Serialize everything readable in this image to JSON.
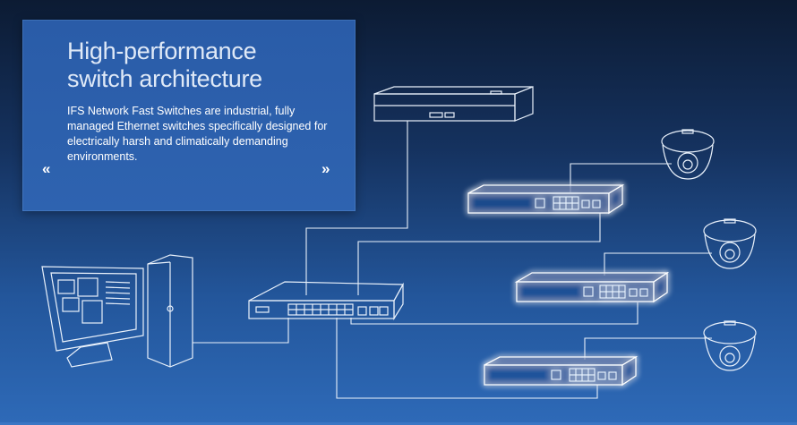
{
  "panel": {
    "title_line1": "High-performance",
    "title_line2": "switch architecture",
    "description": "IFS Network Fast Switches are industrial, fully managed Ethernet switches specifically designed for electrically harsh and climatically demanding environments.",
    "prev_label": "«",
    "next_label": "»"
  },
  "diagram": {
    "devices": [
      {
        "name": "server-rack-icon"
      },
      {
        "name": "workstation-icon"
      },
      {
        "name": "core-switch-icon"
      },
      {
        "name": "fast-switch-icon"
      },
      {
        "name": "fast-switch-icon"
      },
      {
        "name": "fast-switch-icon"
      },
      {
        "name": "dome-camera-icon"
      },
      {
        "name": "dome-camera-icon"
      },
      {
        "name": "dome-camera-icon"
      }
    ],
    "accent_glow": "#7fd3ff",
    "line_color": "#e9f1fb"
  }
}
